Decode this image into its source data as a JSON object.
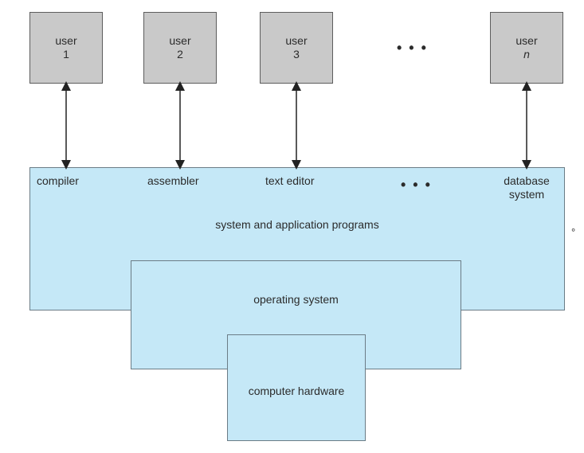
{
  "users": [
    {
      "label": "user",
      "id": "1",
      "italic": false
    },
    {
      "label": "user",
      "id": "2",
      "italic": false
    },
    {
      "label": "user",
      "id": "3",
      "italic": false
    },
    {
      "label": "user",
      "id": "n",
      "italic": true
    }
  ],
  "user_ellipsis": "• • •",
  "programs": {
    "compiler": "compiler",
    "assembler": "assembler",
    "text_editor": "text editor",
    "ellipsis": "• • •",
    "database_line1": "database",
    "database_line2": "system"
  },
  "layers": {
    "system_and_application_programs": "system and application programs",
    "operating_system": "operating system",
    "computer_hardware": "computer hardware"
  },
  "stray_mark": "°"
}
